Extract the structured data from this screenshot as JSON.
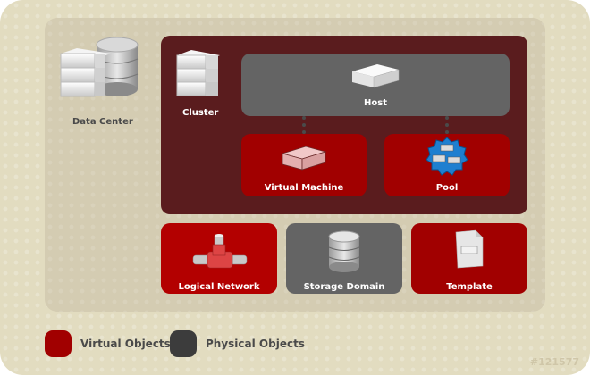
{
  "diagram": {
    "data_center": {
      "label": "Data Center"
    },
    "cluster": {
      "label": "Cluster"
    },
    "host": {
      "label": "Host"
    },
    "virtual_machine": {
      "label": "Virtual Machine"
    },
    "pool": {
      "label": "Pool"
    },
    "logical_network": {
      "label": "Logical Network"
    },
    "storage_domain": {
      "label": "Storage Domain"
    },
    "template": {
      "label": "Template"
    }
  },
  "legend": {
    "items": [
      {
        "label": "Virtual Objects",
        "color": "#a10000"
      },
      {
        "label": "Physical Objects",
        "color": "#3c3c3c"
      }
    ]
  },
  "figure_id": "#121577",
  "colors": {
    "cluster_bg": "#5a1c1e",
    "virtual": "#a10000",
    "physical": "#646464",
    "background": "#e2dcc0"
  }
}
